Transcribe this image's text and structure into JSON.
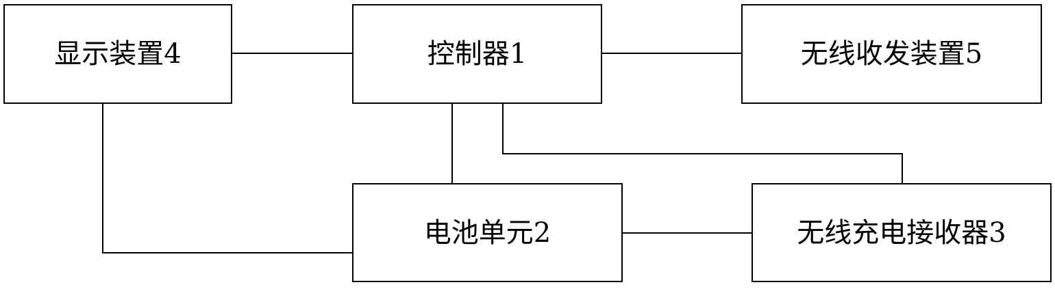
{
  "diagram": {
    "line_color": "#000000",
    "nodes": {
      "display": "显示装置4",
      "controller": "控制器1",
      "wireless_transceiver": "无线收发装置5",
      "battery_unit": "电池单元2",
      "wireless_charging_receiver": "无线充电接收器3"
    },
    "connections": [
      [
        "display",
        "controller"
      ],
      [
        "controller",
        "wireless_transceiver"
      ],
      [
        "controller",
        "battery_unit"
      ],
      [
        "controller",
        "wireless_charging_receiver"
      ],
      [
        "display",
        "battery_unit"
      ],
      [
        "battery_unit",
        "wireless_charging_receiver"
      ]
    ]
  }
}
